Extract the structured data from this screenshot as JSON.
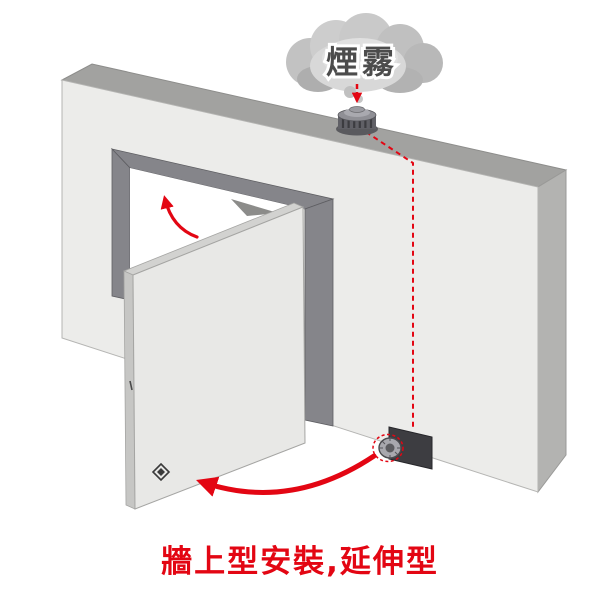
{
  "diagram": {
    "smoke_label": "煙霧",
    "caption": "牆上型安裝,延伸型"
  },
  "colors": {
    "accent_red": "#e30613",
    "wall_front": "#ececea",
    "wall_top": "#a2a2a0",
    "wall_side": "#b3b3b1",
    "frame_gray": "#85858a",
    "door_gray": "#e8e8e6",
    "smoke_text_gray": "#4c4c4c",
    "device_gray": "#3d3d41"
  },
  "icons": {
    "smoke_cloud": "gray-puffy-cloud",
    "smoke_detector": "ribbed-cylinder-on-wall-top",
    "door_release_device": "wall-mounted-holder-with-round-contact",
    "swing_arrow": "curved-red-arrow",
    "signal_line": "red-dashed-line"
  }
}
